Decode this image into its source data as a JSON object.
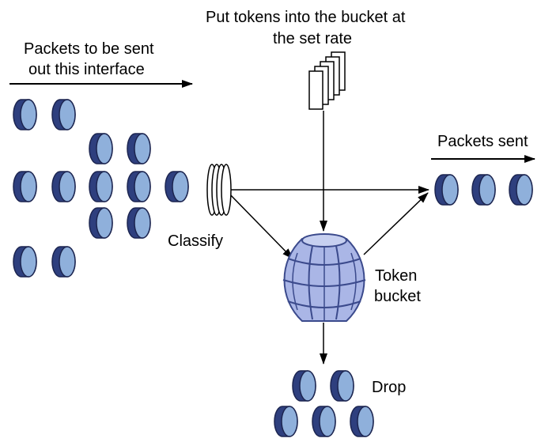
{
  "labels": {
    "packets_in_line1": "Packets to be sent",
    "packets_in_line2": "out this interface",
    "tokens_line1": "Put tokens into the bucket at",
    "tokens_line2": "the set rate",
    "packets_sent": "Packets sent",
    "classify": "Classify",
    "token_line1": "Token",
    "token_line2": "bucket",
    "drop": "Drop"
  },
  "colors": {
    "packet_body": "#2e3f7e",
    "packet_face": "#8fb0db",
    "bucket_fill": "#aab6e6",
    "bucket_stroke": "#3b4a8c",
    "line": "#000000",
    "token_fill": "#ffffff"
  },
  "icons": {
    "packet": "packet-cylinder-icon",
    "classifier": "classifier-rings-icon",
    "tokens": "token-stack-icon",
    "bucket": "token-bucket-barrel-icon"
  }
}
